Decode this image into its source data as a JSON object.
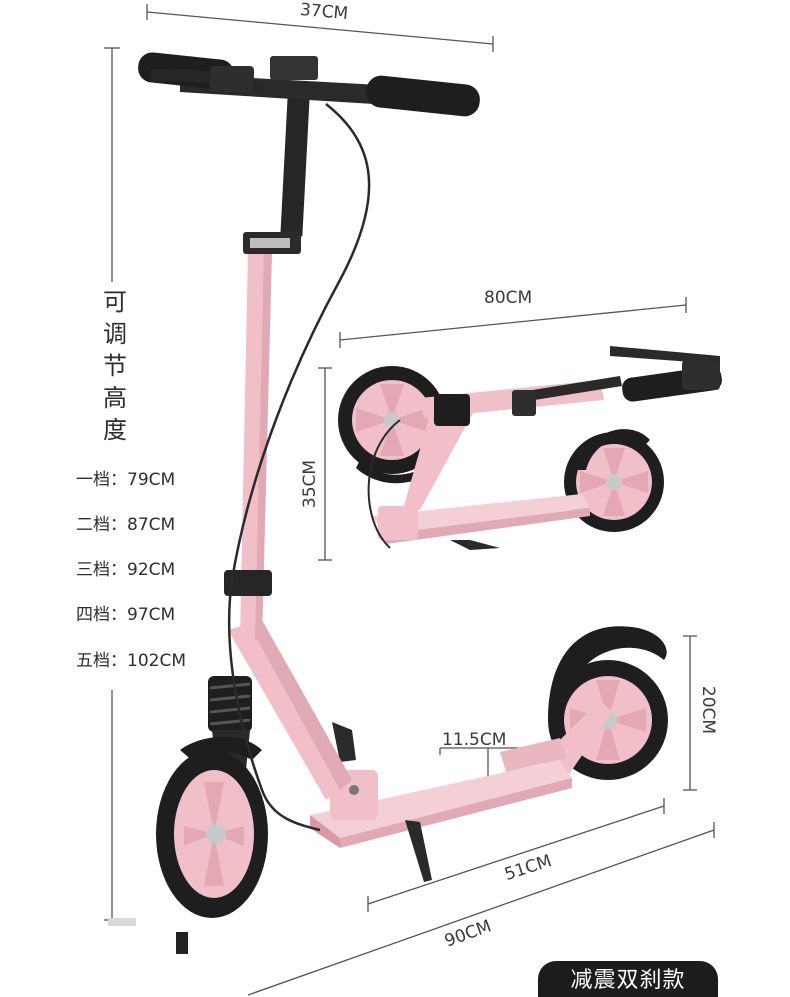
{
  "dimensions": {
    "handlebar_width": "37CM",
    "folded_length": "80CM",
    "folded_height": "35CM",
    "deck_width": "11.5CM",
    "wheel_height": "20CM",
    "deck_length": "51CM",
    "total_length": "90CM"
  },
  "height_adjust": {
    "title_chars": [
      "可",
      "调",
      "节",
      "高",
      "度"
    ],
    "levels": [
      {
        "label": "一档",
        "sep": "：",
        "value": "79CM"
      },
      {
        "label": "二档",
        "sep": "：",
        "value": "87CM"
      },
      {
        "label": "三档",
        "sep": "：",
        "value": "92CM"
      },
      {
        "label": "四档",
        "sep": "：",
        "value": "97CM"
      },
      {
        "label": "五档",
        "sep": "：",
        "value": "102CM"
      }
    ]
  },
  "badge": "减震双刹款",
  "colors": {
    "frame_pink": "#f0bfc8",
    "frame_shade": "#d99aa6",
    "tire_black": "#1e1e1e",
    "badge_bg": "#1c1c1c"
  }
}
